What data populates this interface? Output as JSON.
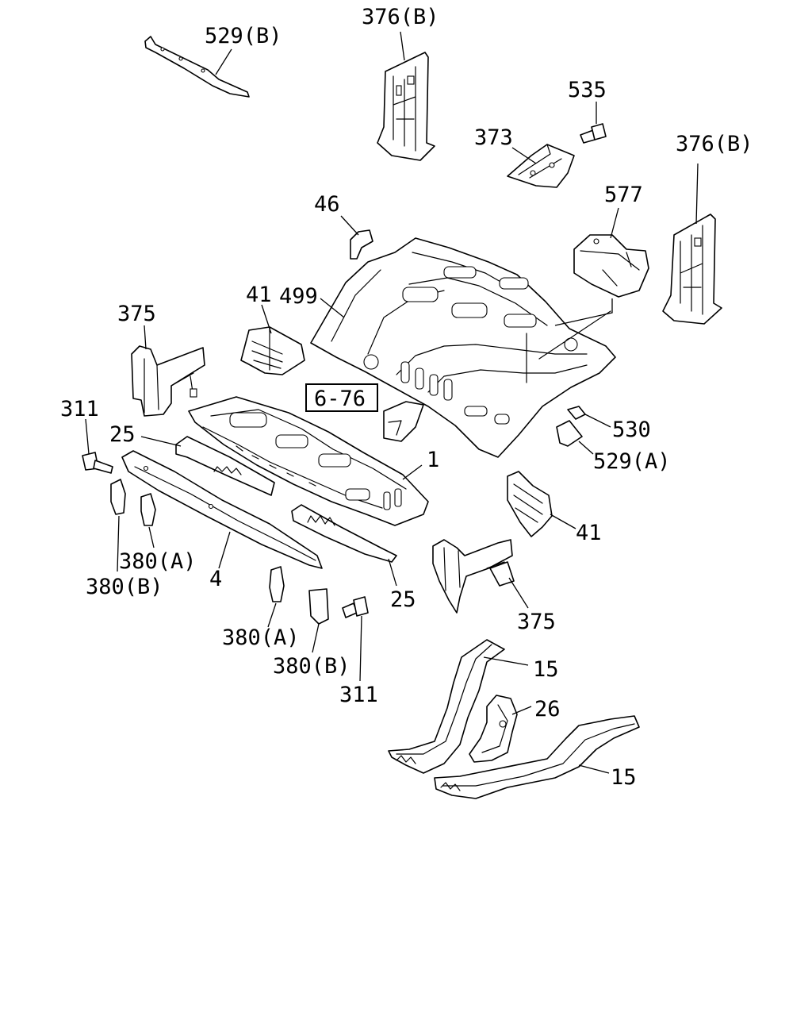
{
  "callouts": {
    "c529b": "529(B)",
    "c376b_top": "376(B)",
    "c535": "535",
    "c373": "373",
    "c376b_right": "376(B)",
    "c577": "577",
    "c46": "46",
    "c499": "499",
    "c41_left": "41",
    "c375_left": "375",
    "c311_left": "311",
    "c25_left": "25",
    "c1": "1",
    "c530": "530",
    "c529a": "529(A)",
    "c41_right": "41",
    "c380a_left": "380(A)",
    "c380b_left": "380(B)",
    "c4": "4",
    "c25_right": "25",
    "c375_right": "375",
    "c380a_mid": "380(A)",
    "c380b_mid": "380(B)",
    "c311_mid": "311",
    "c15_upper": "15",
    "c26": "26",
    "c15_lower": "15"
  },
  "reference_box": {
    "label": "6-76"
  }
}
